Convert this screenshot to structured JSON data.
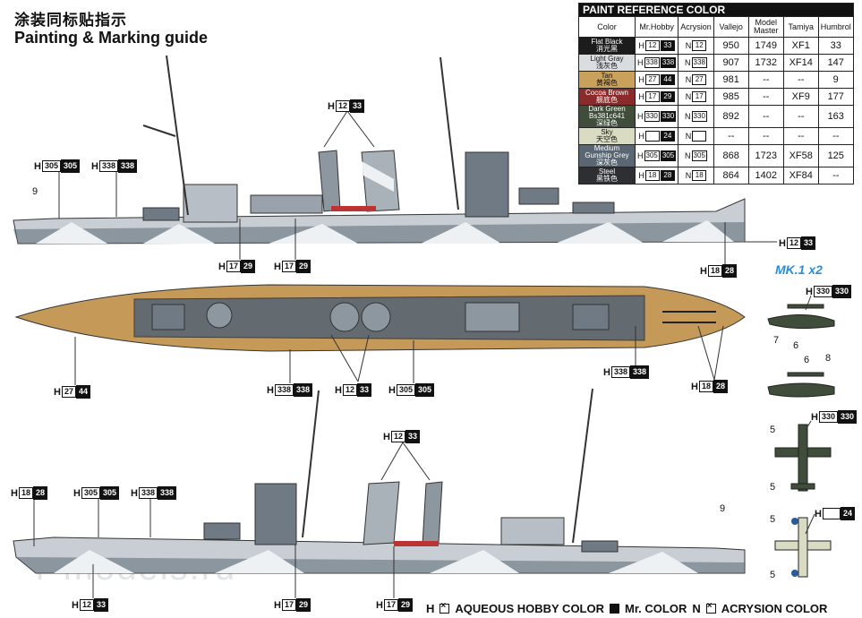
{
  "titles": {
    "cn": "涂装同标贴指示",
    "en": "Painting  &  Marking guide"
  },
  "paint_table": {
    "heading": "PAINT  REFERENCE COLOR",
    "columns": [
      "Color",
      "Mr.Hobby",
      "Acrysion",
      "Vallejo",
      "Model Master",
      "Tamiya",
      "Humbrol"
    ],
    "rows": [
      {
        "name_en": "Flat Black",
        "name_cn": "消光黑",
        "swatch": "#1c1c1c",
        "text": "#ffffff",
        "h": "12",
        "hb": "33",
        "n": "12",
        "vallejo": "950",
        "mm": "1749",
        "tamiya": "XF1",
        "humbrol": "33"
      },
      {
        "name_en": "Light Gray",
        "name_cn": "浅灰色",
        "swatch": "#d9dde0",
        "text": "#111111",
        "h": "338",
        "hb": "338",
        "n": "338",
        "vallejo": "907",
        "mm": "1732",
        "tamiya": "XF14",
        "humbrol": "147"
      },
      {
        "name_en": "Tan",
        "name_cn": "黄褐色",
        "swatch": "#c9a15b",
        "text": "#111111",
        "h": "27",
        "hb": "44",
        "n": "27",
        "vallejo": "981",
        "mm": "--",
        "tamiya": "--",
        "humbrol": "9"
      },
      {
        "name_en": "Cocoa Brown",
        "name_cn": "舰底色",
        "swatch": "#8b2a2a",
        "text": "#ffffff",
        "h": "17",
        "hb": "29",
        "n": "17",
        "vallejo": "985",
        "mm": "--",
        "tamiya": "XF9",
        "humbrol": "177"
      },
      {
        "name_en": "Dark Green Bs381c641",
        "name_cn": "深绿色",
        "swatch": "#3f4d3a",
        "text": "#ffffff",
        "h": "330",
        "hb": "330",
        "n": "330",
        "vallejo": "892",
        "mm": "--",
        "tamiya": "--",
        "humbrol": "163"
      },
      {
        "name_en": "Sky",
        "name_cn": "天空色",
        "swatch": "#d9dcc2",
        "text": "#111111",
        "h": "",
        "hb": "24",
        "n": "",
        "vallejo": "--",
        "mm": "--",
        "tamiya": "--",
        "humbrol": "--"
      },
      {
        "name_en": "Medium Gunship Grey",
        "name_cn": "深灰色",
        "swatch": "#5a6773",
        "text": "#ffffff",
        "h": "305",
        "hb": "305",
        "n": "305",
        "vallejo": "868",
        "mm": "1723",
        "tamiya": "XF58",
        "humbrol": "125"
      },
      {
        "name_en": "Steel",
        "name_cn": "黑铁色",
        "swatch": "#2d2f33",
        "text": "#ffffff",
        "h": "18",
        "hb": "28",
        "n": "18",
        "vallejo": "864",
        "mm": "1402",
        "tamiya": "XF84",
        "humbrol": "--"
      }
    ]
  },
  "callouts": {
    "c1": {
      "w": "305",
      "b": "305"
    },
    "c2": {
      "w": "338",
      "b": "338"
    },
    "c3": {
      "w": "12",
      "b": "33"
    },
    "c4": {
      "w": "12",
      "b": "33"
    },
    "c5": {
      "w": "17",
      "b": "29"
    },
    "c6": {
      "w": "17",
      "b": "29"
    },
    "c7": {
      "w": "18",
      "b": "28"
    },
    "c8": {
      "w": "27",
      "b": "44"
    },
    "c9": {
      "w": "338",
      "b": "338"
    },
    "c10": {
      "w": "12",
      "b": "33"
    },
    "c11": {
      "w": "305",
      "b": "305"
    },
    "c12": {
      "w": "338",
      "b": "338"
    },
    "c13": {
      "w": "18",
      "b": "28"
    },
    "c14": {
      "w": "330",
      "b": "330"
    },
    "c15": {
      "w": "330",
      "b": "330"
    },
    "c16": {
      "w": "12",
      "b": "33"
    },
    "c17": {
      "w": "18",
      "b": "28"
    },
    "c18": {
      "w": "305",
      "b": "305"
    },
    "c19": {
      "w": "338",
      "b": "338"
    },
    "c20": {
      "w": "12",
      "b": "33"
    },
    "c21": {
      "w": "17",
      "b": "29"
    },
    "c22": {
      "w": "17",
      "b": "29"
    },
    "c23": {
      "w": "",
      "b": "24"
    }
  },
  "prefix": "H",
  "numbers": {
    "n9a": "9",
    "n9b": "9",
    "n7": "7",
    "n6a": "6",
    "n6b": "6",
    "n8": "8",
    "n5a": "5",
    "n5b": "5",
    "n5c": "5",
    "n5d": "5"
  },
  "mk_label": "MK.1 x2",
  "watermark": "r-models.ru",
  "legend": {
    "h": "AQUEOUS HOBBY COLOR",
    "m": "Mr. COLOR",
    "n": "ACRYSION COLOR",
    "hp": "H",
    "np": "N"
  },
  "colors": {
    "hull_light": "#c9ced4",
    "hull_dark": "#5a6773",
    "deck": "#c59a58",
    "black": "#1c1c1c",
    "accent": "#2a8fd8",
    "red": "#b33"
  }
}
